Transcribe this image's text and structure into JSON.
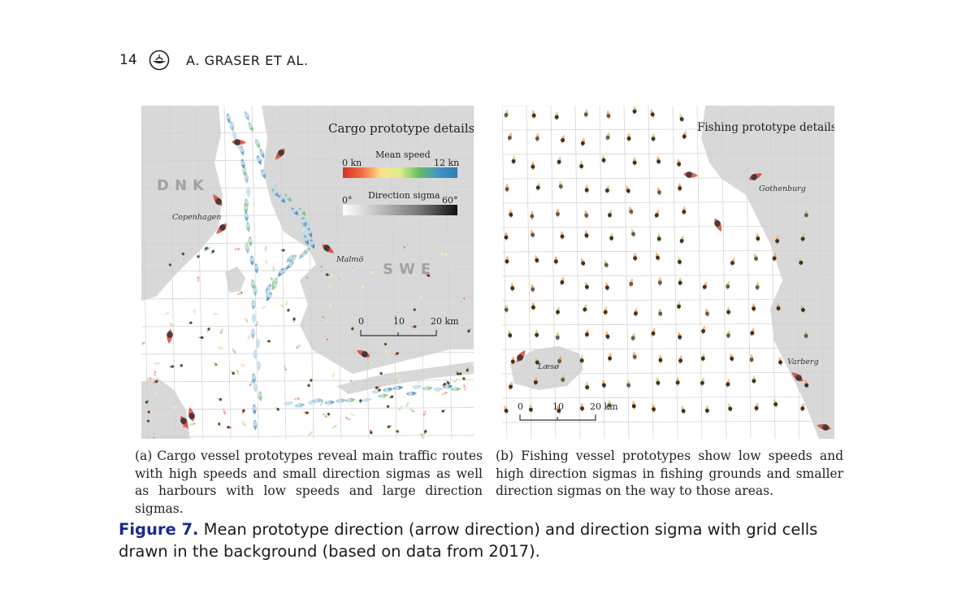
{
  "header": {
    "page_number": "14",
    "authors": "A. GRASER ET AL."
  },
  "panel_a": {
    "title": "Cargo prototype details",
    "legend": {
      "speed_title": "Mean speed",
      "speed_min": "0 kn",
      "speed_max": "12 kn",
      "sigma_title": "Direction sigma",
      "sigma_min": "0°",
      "sigma_max": "60°"
    },
    "countries": [
      "DNK",
      "SWE"
    ],
    "places": [
      "Copenhagen",
      "Malmö"
    ],
    "scale": {
      "ticks": [
        "0",
        "10",
        "20 km"
      ]
    }
  },
  "panel_b": {
    "title": "Fishing prototype details",
    "places": [
      "Gothenburg",
      "Læsø",
      "Varberg"
    ],
    "scale": {
      "ticks": [
        "0",
        "10",
        "20 km"
      ]
    }
  },
  "subcaptions": {
    "a": "(a) Cargo vessel prototypes reveal main traffic routes with high speeds and small direction sigmas as well as harbours with low speeds and large direction sigmas.",
    "b": "(b) Fishing vessel prototypes show low speeds and high direction sigmas in fishing grounds and smaller direction sigmas on the way to those areas."
  },
  "caption": {
    "label": "Figure 7.",
    "text": "Mean prototype direction (arrow direction) and direction sigma with grid cells drawn in the background (based on data from 2017)."
  },
  "colors": {
    "land": "#d8d8d8",
    "sea": "#ffffff",
    "grid": "#c9c9c9",
    "speed_low": "#d7301f",
    "speed_mid": "#fee08b",
    "speed_high": "#2c7bb6",
    "caption_label": "#1b2a8e"
  }
}
